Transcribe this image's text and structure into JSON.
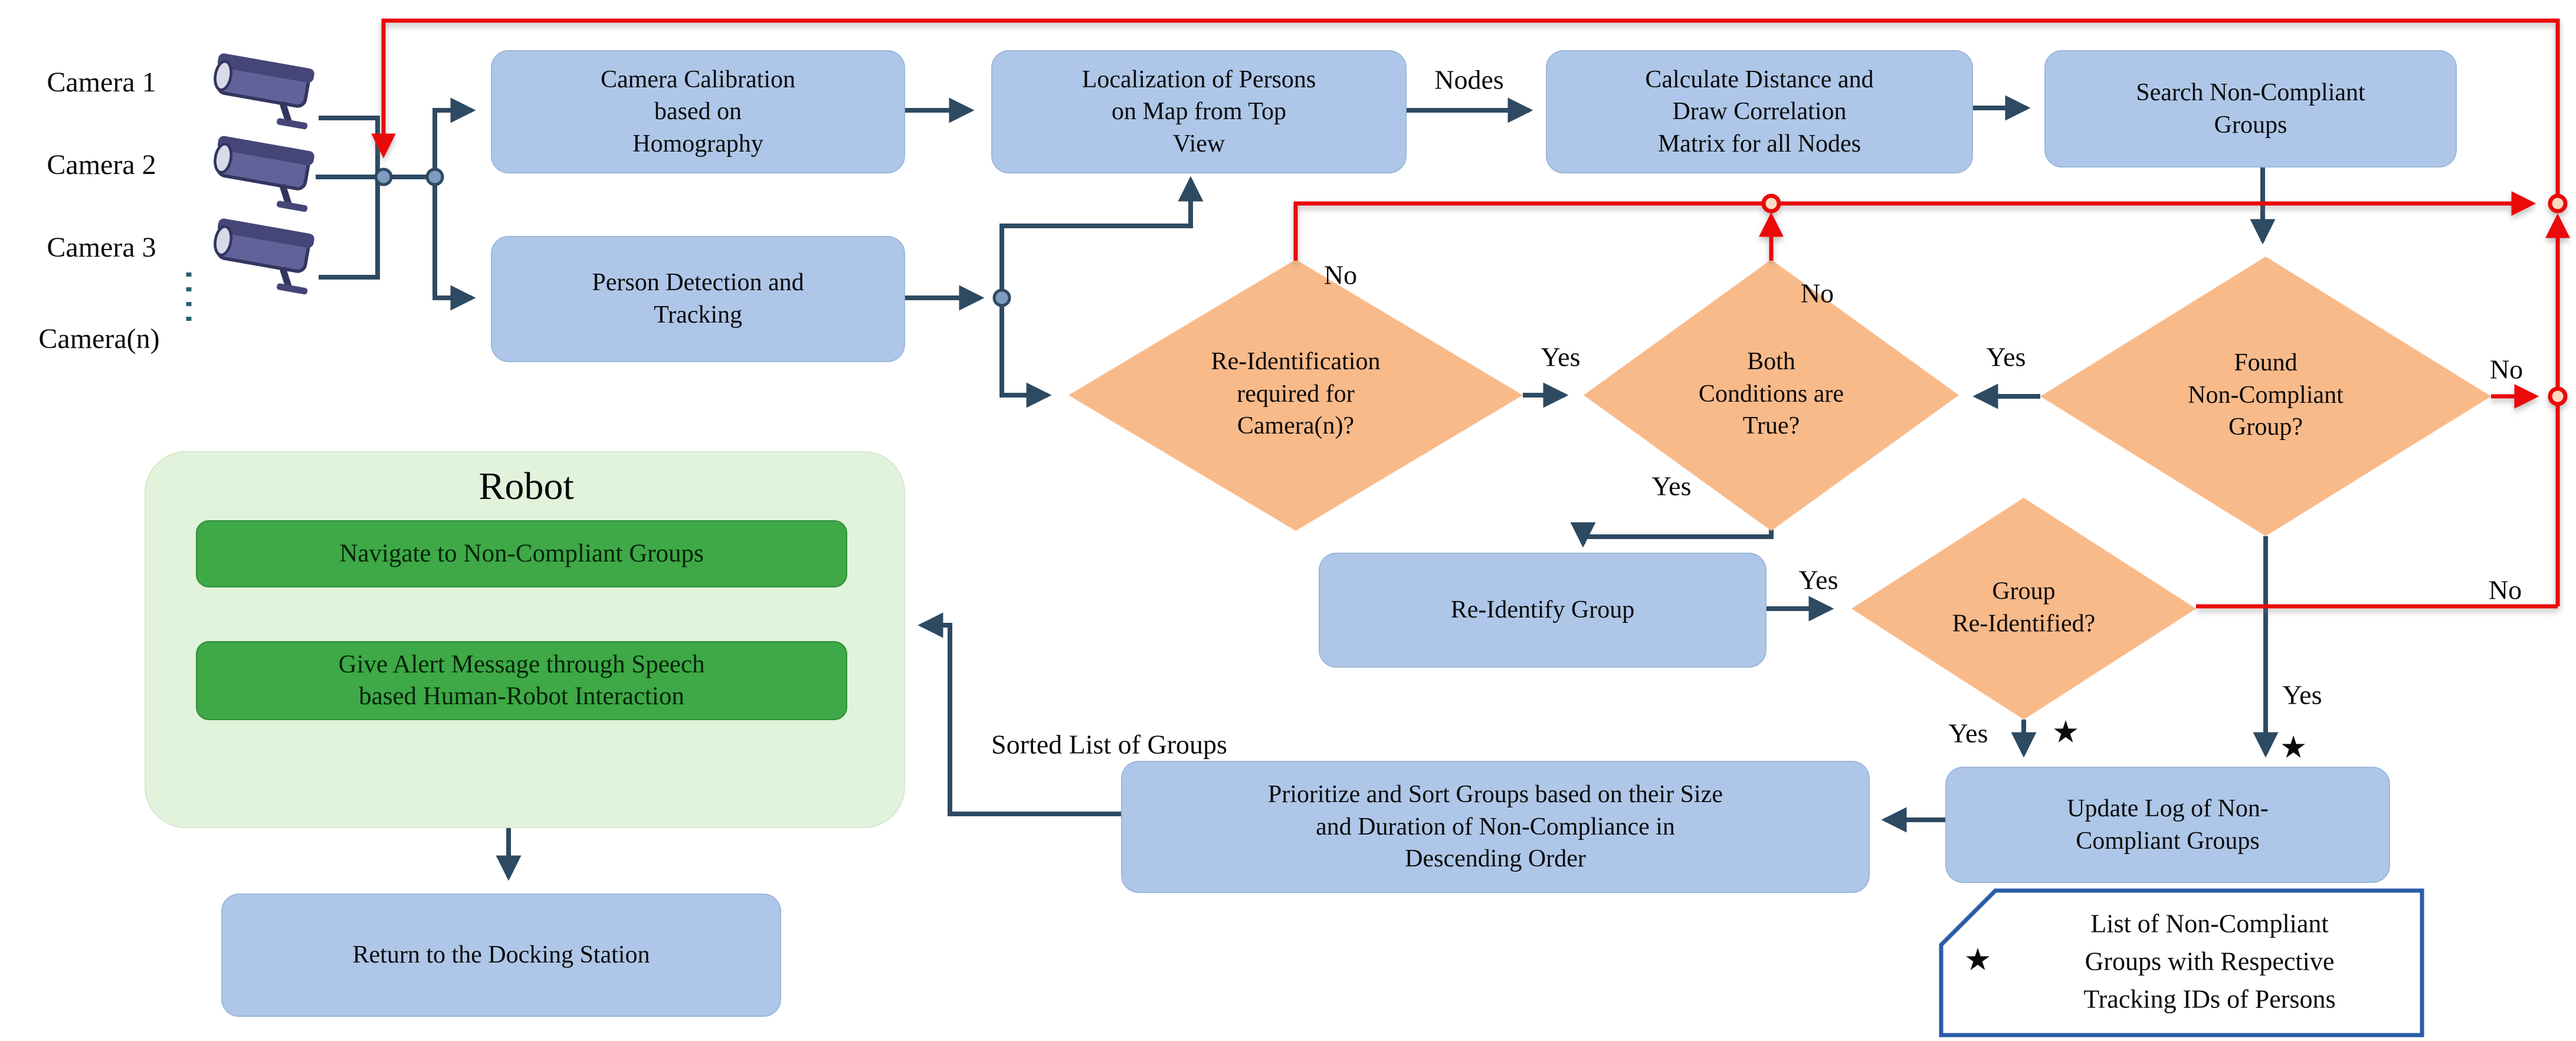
{
  "cameras": {
    "labels": [
      "Camera 1",
      "Camera 2",
      "Camera 3",
      "Camera(n)"
    ]
  },
  "boxes": {
    "camera_calibration": {
      "lines": [
        "Camera Calibration",
        "based on",
        "Homography"
      ]
    },
    "localization": {
      "lines": [
        "Localization of Persons",
        "on Map from Top",
        "View"
      ]
    },
    "calc_distance": {
      "lines": [
        "Calculate Distance and",
        "Draw Correlation",
        "Matrix for all Nodes"
      ]
    },
    "search_groups": {
      "lines": [
        "Search Non-Compliant",
        "Groups"
      ]
    },
    "person_detection": {
      "lines": [
        "Person Detection and",
        "Tracking"
      ]
    },
    "re_identify": {
      "lines": [
        "Re-Identify Group"
      ]
    },
    "update_log": {
      "lines": [
        "Update Log of Non-",
        "Compliant Groups"
      ]
    },
    "prioritize": {
      "lines": [
        "Prioritize and Sort Groups based on their Size",
        "and Duration of Non-Compliance in",
        "Descending Order"
      ]
    },
    "return_dock": {
      "lines": [
        "Return to the Docking Station"
      ]
    }
  },
  "diamonds": {
    "reid_required": {
      "lines": [
        "Re-Identification",
        "required for",
        "Camera(n)?"
      ]
    },
    "both_conditions": {
      "lines": [
        "Both",
        "Conditions are",
        "True?"
      ]
    },
    "found_group": {
      "lines": [
        "Found",
        "Non-Compliant",
        "Group?"
      ]
    },
    "group_reidentified": {
      "lines": [
        "Group",
        "Re-Identified?"
      ]
    }
  },
  "robot": {
    "title": "Robot",
    "navigate": {
      "lines": [
        "Navigate to Non-Compliant Groups"
      ]
    },
    "alert": {
      "lines": [
        "Give Alert Message through Speech",
        "based Human-Robot Interaction"
      ]
    }
  },
  "note": {
    "star": "★",
    "lines": [
      "List of Non-Compliant",
      "Groups with Respective",
      "Tracking IDs of Persons"
    ]
  },
  "labels": {
    "nodes": "Nodes",
    "sorted": "Sorted List of Groups",
    "yes": "Yes",
    "no": "No",
    "star": "★"
  },
  "colors": {
    "box_blue": "#aec7e8",
    "diamond_orange": "#f9ba8a",
    "line_navy": "#2e4a62",
    "loop_red": "#ea0a0a",
    "robot_bg": "#e2f3dc",
    "robot_green": "#3ea946",
    "arrow_brown": "#993d13",
    "note_border": "#2a5ca8",
    "camera_body": "#61629a"
  }
}
